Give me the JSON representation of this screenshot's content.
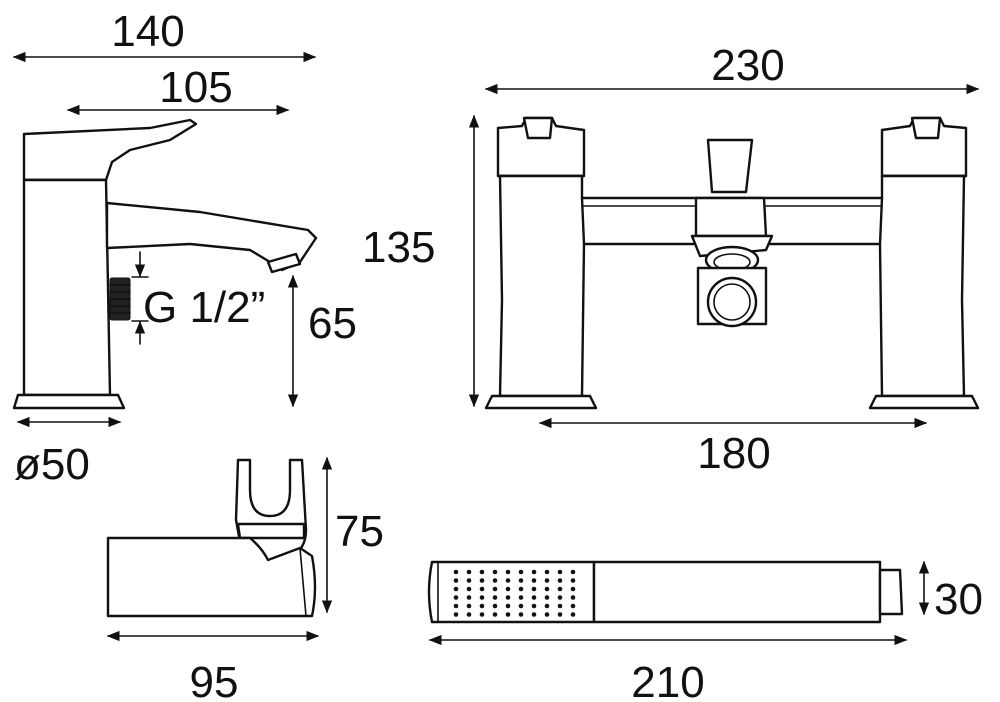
{
  "dimensions": {
    "side_overall_width": "140",
    "side_spout_reach": "105",
    "thread_size": "G 1/2”",
    "spout_height": "65",
    "base_diameter": "ø50",
    "front_height": "135",
    "front_overall_width": "230",
    "front_centres": "180",
    "holder_height": "75",
    "holder_depth": "95",
    "handset_length": "210",
    "handset_diameter": "30"
  }
}
